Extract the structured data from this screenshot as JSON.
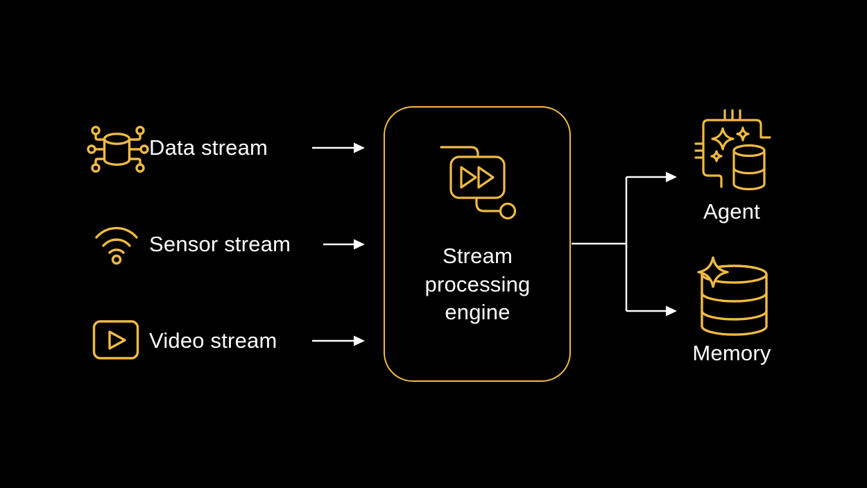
{
  "diagram": {
    "background_color": "#000000",
    "accent_color": "#F0BB43",
    "text_color": "#FFFFFF",
    "connector_color": "#FFFFFF",
    "inputs": [
      {
        "label": "Data stream",
        "icon": "database-circuit-icon"
      },
      {
        "label": "Sensor stream",
        "icon": "wifi-signal-icon"
      },
      {
        "label": "Video stream",
        "icon": "video-play-icon"
      }
    ],
    "processor": {
      "label": "Stream processing engine",
      "label_lines": [
        "Stream",
        "processing",
        "engine"
      ],
      "icon": "fast-forward-flow-icon"
    },
    "outputs": [
      {
        "label": "Agent",
        "icon": "chip-sparkle-database-icon"
      },
      {
        "label": "Memory",
        "icon": "database-sparkle-icon"
      }
    ]
  }
}
